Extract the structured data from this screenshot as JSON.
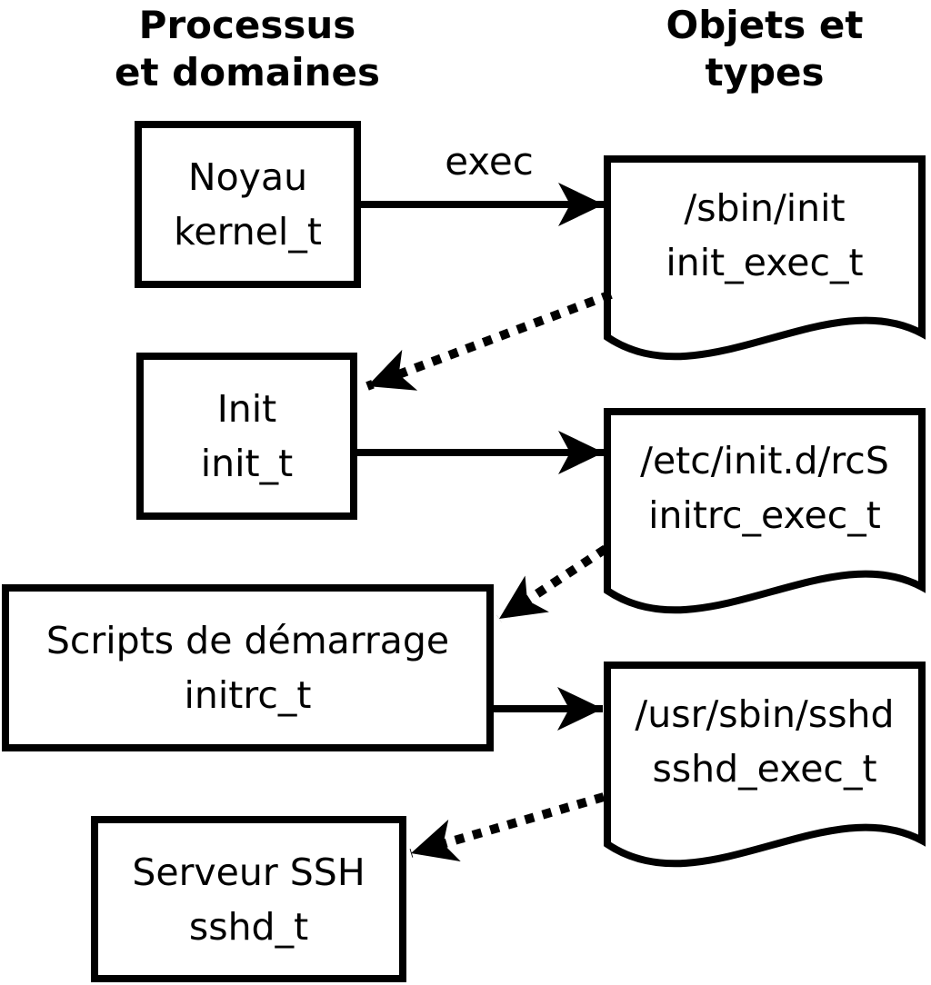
{
  "diagram": {
    "headers": {
      "processes": {
        "line1": "Processus",
        "line2": "et domaines"
      },
      "objects": {
        "line1": "Objets et",
        "line2": "types"
      }
    },
    "process_nodes": [
      {
        "name": "Noyau",
        "type": "kernel_t"
      },
      {
        "name": "Init",
        "type": "init_t"
      },
      {
        "name": "Scripts de démarrage",
        "type": "initrc_t"
      },
      {
        "name": "Serveur SSH",
        "type": "sshd_t"
      }
    ],
    "object_nodes": [
      {
        "path": "/sbin/init",
        "type": "init_exec_t"
      },
      {
        "path": "/etc/init.d/rcS",
        "type": "initrc_exec_t"
      },
      {
        "path": "/usr/sbin/sshd",
        "type": "sshd_exec_t"
      }
    ],
    "labels": {
      "exec": "exec"
    },
    "edges": [
      {
        "from": "kernel_t",
        "to": "init_exec_t",
        "style": "solid",
        "label": "exec"
      },
      {
        "from": "init_exec_t",
        "to": "init_t",
        "style": "dotted",
        "label": ""
      },
      {
        "from": "init_t",
        "to": "initrc_exec_t",
        "style": "solid",
        "label": ""
      },
      {
        "from": "initrc_exec_t",
        "to": "initrc_t",
        "style": "dotted",
        "label": ""
      },
      {
        "from": "initrc_t",
        "to": "sshd_exec_t",
        "style": "solid",
        "label": ""
      },
      {
        "from": "sshd_exec_t",
        "to": "sshd_t",
        "style": "dotted",
        "label": ""
      }
    ],
    "colors": {
      "line": "#000000",
      "background": "#ffffff",
      "text": "#000000"
    }
  }
}
